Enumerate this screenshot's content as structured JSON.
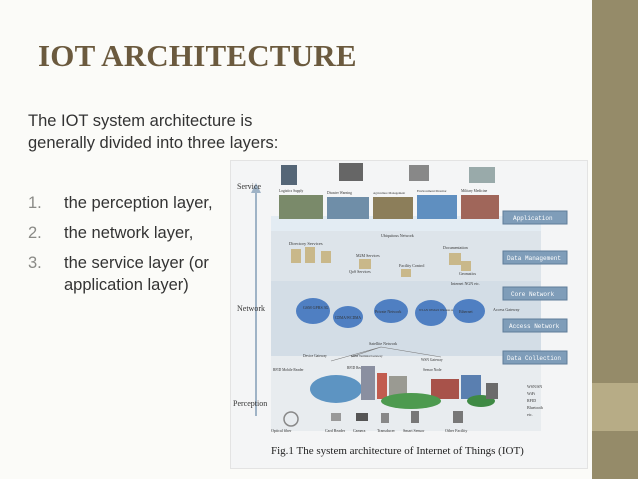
{
  "slide": {
    "title": "IOT ARCHITECTURE",
    "intro": "The IOT system architecture is generally divided into three layers:",
    "list": [
      {
        "num": "1.",
        "text": "the perception layer,"
      },
      {
        "num": "2.",
        "text": "the network layer,"
      },
      {
        "num": "3.",
        "text": "the service layer (or application layer)"
      }
    ],
    "colors": {
      "sidebar": "#958b69",
      "sidebar_accent": "#b7ac86",
      "title": "#6b5a3e",
      "number": "#8a8a86"
    }
  },
  "figure": {
    "caption": "Fig.1 The system architecture of Internet of Things (IOT)",
    "axis": {
      "top": "Service",
      "middle": "Network",
      "bottom": "Perception"
    },
    "layer_bars": [
      "Application",
      "Data Management",
      "Core Network",
      "Access Network",
      "Data Collection"
    ],
    "app_labels": [
      "Logistics Supply",
      "Disaster Warning",
      "Agriculture Management",
      "Environment Monitor",
      "Military Medicine"
    ],
    "service_labels": [
      "Ubiquitous Network",
      "Directory Services",
      "Documentation",
      "M2M Services",
      "Facility Control",
      "QoS Services",
      "Geomatics"
    ],
    "network_labels": [
      "Internet NGN etc.",
      "Access Gateway",
      "GSM GPRS 3G",
      "CDMA/WCDMA",
      "Private Network",
      "WLAN WiMAX Wireless Access",
      "Ethernet",
      "Satellite Network"
    ],
    "gateway_labels": [
      "Device Gateway",
      "M2M Terminal Gateway",
      "WSN Gateway",
      "RFID Mobile Reader",
      "RFID Reader",
      "Sensor Node"
    ],
    "perception_labels": [
      "Optical fiber",
      "Card Reader",
      "Camera",
      "Transducer",
      "Smart Sensor",
      "Other Facility"
    ],
    "tech_list": [
      "WSN/SN",
      "WiFi",
      "RFID",
      "Bluetooth",
      "etc."
    ]
  }
}
